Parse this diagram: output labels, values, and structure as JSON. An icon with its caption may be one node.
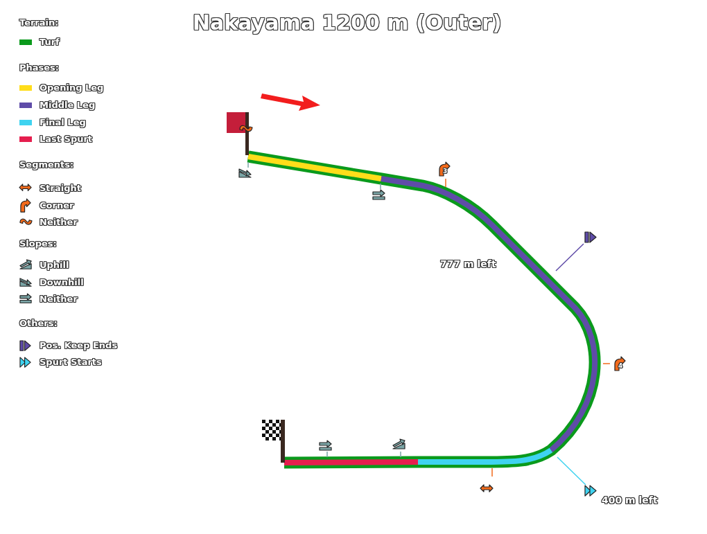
{
  "diagram": {
    "title": "Nakayama 1200 m (Outer)",
    "labels": [
      "Terrain:",
      "Phases:",
      "Segments:",
      "Slopes:",
      "Others:",
      "777 m left",
      "400 m left",
      "3",
      "4"
    ],
    "legend": [
      {
        "text": "Turf",
        "color": "#0a9a1c"
      },
      {
        "text": "Opening Leg",
        "color": "#ffdd1a"
      },
      {
        "text": "Middle Leg",
        "color": "#5f4ca8"
      },
      {
        "text": "Final Leg",
        "color": "#3fd3f0"
      },
      {
        "text": "Last Spurt",
        "color": "#e51e4e"
      },
      {
        "text": "Straight"
      },
      {
        "text": "Corner"
      },
      {
        "text": "Neither"
      },
      {
        "text": "Uphill"
      },
      {
        "text": "Downhill"
      },
      {
        "text": "Neither"
      },
      {
        "text": "Pos. Keep Ends"
      },
      {
        "text": "Spurt Starts"
      }
    ]
  }
}
